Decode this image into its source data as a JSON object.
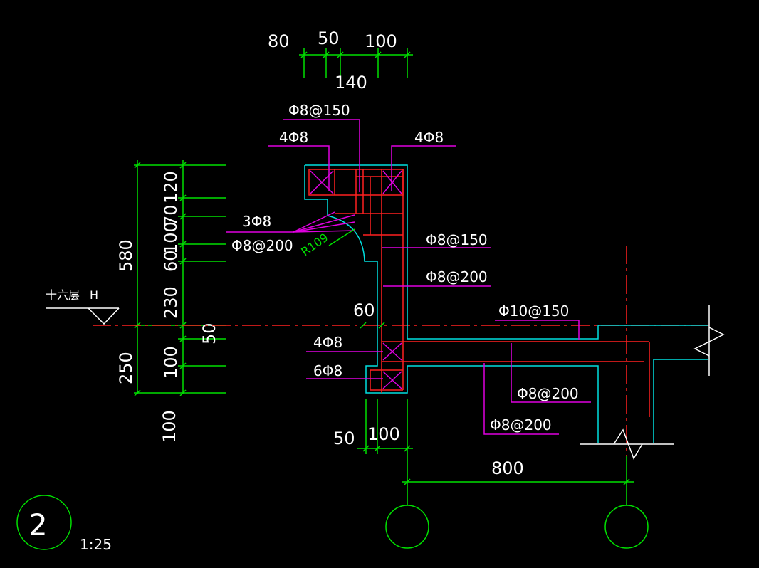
{
  "drawing": {
    "detail_number": "2",
    "scale": "1:25",
    "level_label": "十六层",
    "level_mark": "H",
    "top_dims": [
      "80",
      "50",
      "100",
      "140"
    ],
    "left_dims": [
      "580",
      "70",
      "120",
      "100",
      "60",
      "230",
      "50",
      "250",
      "100",
      "100"
    ],
    "bottom_dims": [
      "50",
      "100",
      "800"
    ],
    "mid_dim": "60",
    "radius": "R109",
    "rebar_labels": [
      "Φ8@150",
      "4Φ8",
      "4Φ8",
      "3Φ8",
      "Φ8@200",
      "Φ8@150",
      "Φ8@200",
      "Φ10@150",
      "4Φ8",
      "6Φ8",
      "Φ8@200",
      "Φ8@200"
    ]
  },
  "colors": {
    "background": "#000000",
    "dimension": "#00e000",
    "outline": "#00e0e0",
    "rebar": "#ff2020",
    "leader": "#e000e0",
    "text": "#ffffff"
  }
}
